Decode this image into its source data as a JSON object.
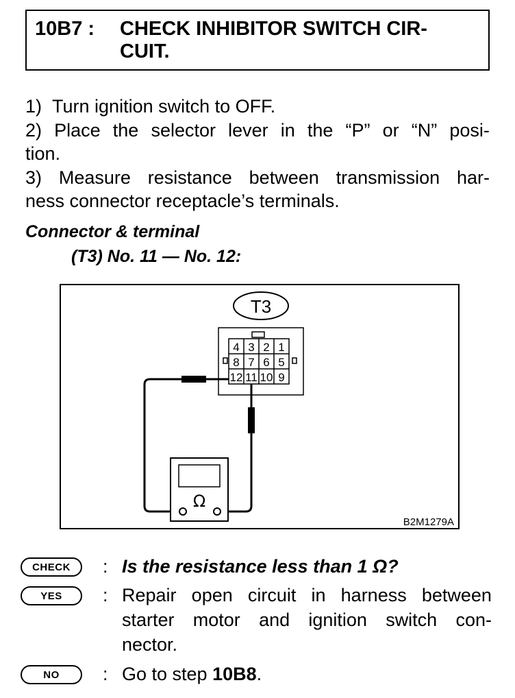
{
  "header": {
    "code": "10B7 :",
    "title_line1": "CHECK INHIBITOR SWITCH CIR-",
    "title_line2": "CUIT."
  },
  "steps": [
    {
      "l1a": "1)",
      "l1b": "Turn ignition switch to OFF."
    },
    {
      "l1": [
        "2)",
        "Place",
        "the",
        "selector",
        "lever",
        "in",
        "the",
        "“P”",
        "or",
        "“N”",
        "posi-"
      ],
      "l2": "tion."
    },
    {
      "l1": [
        "3)",
        "Measure",
        "resistance",
        "between",
        "transmission",
        "har-"
      ],
      "l2": "ness connector receptacle’s terminals."
    }
  ],
  "connector": {
    "title": "Connector & terminal",
    "spec": "(T3) No. 11 — No. 12:"
  },
  "diagram": {
    "connector_label": "T3",
    "pins_top": [
      "4",
      "3",
      "2",
      "1"
    ],
    "pins_mid": [
      "8",
      "7",
      "6",
      "5"
    ],
    "pins_bottom": [
      "12",
      "11",
      "10",
      "9"
    ],
    "meter_symbol": "Ω",
    "figure_code": "B2M1279A"
  },
  "check": {
    "badge": "CHECK",
    "colon": ":",
    "text": "Is the resistance less than 1 Ω?"
  },
  "yes": {
    "badge": "YES",
    "colon": ":",
    "line1": [
      "Repair",
      "open",
      "circuit",
      "in",
      "harness",
      "between"
    ],
    "line2": [
      "starter",
      "motor",
      "and",
      "ignition",
      "switch",
      "con-"
    ],
    "line3": "nector."
  },
  "no": {
    "badge": "NO",
    "colon": ":",
    "prefix": "Go to step ",
    "step": "10B8",
    "suffix": "."
  }
}
